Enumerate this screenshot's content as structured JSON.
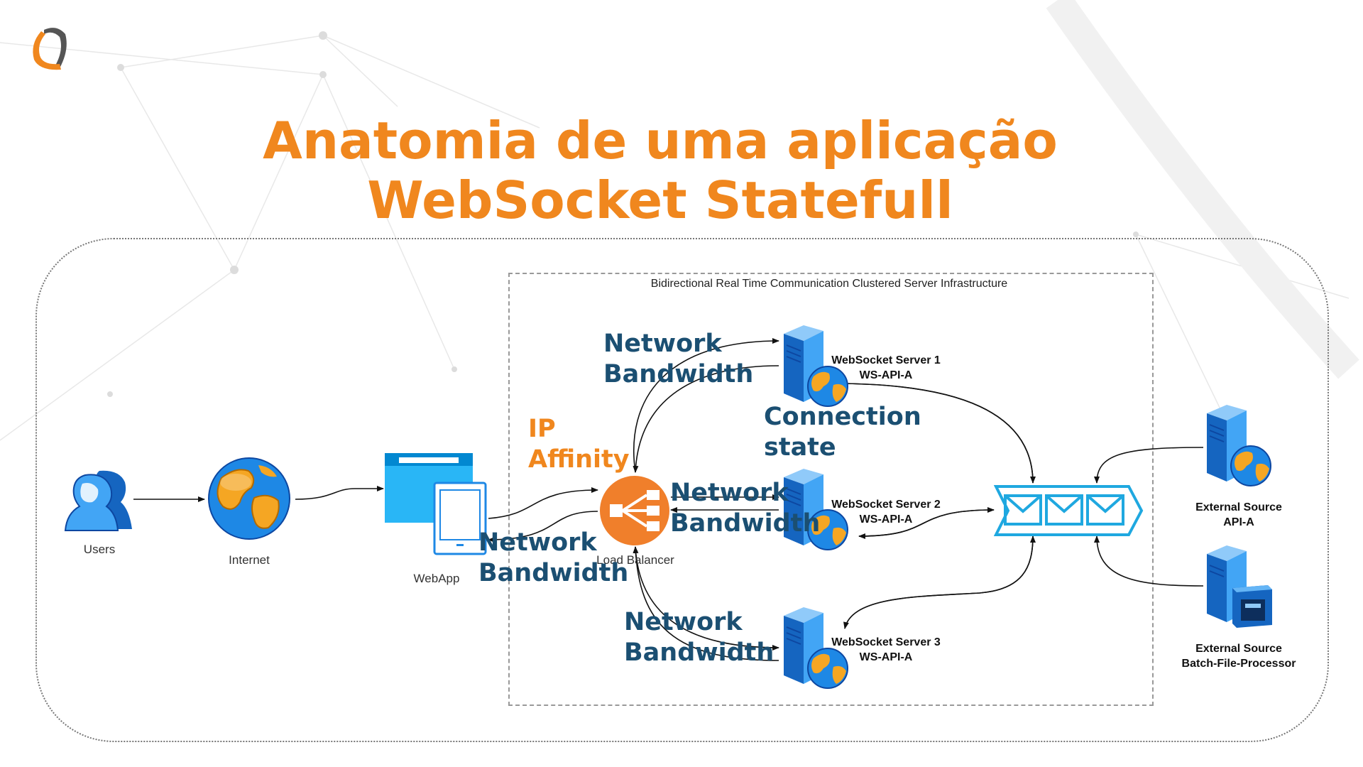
{
  "title": {
    "line1": "Anatomia de uma aplicação",
    "line2": "WebSocket Statefull"
  },
  "colors": {
    "accent_orange": "#F0871E",
    "dark_blue": "#1B4F72",
    "cyan": "#1FA8E0"
  },
  "diagram": {
    "infra_label": "Bidirectional Real Time Communication Clustered Server Infrastructure",
    "nodes": {
      "users": "Users",
      "internet": "Internet",
      "webapp": "WebApp",
      "load_balancer": "Load Balancer",
      "ws1": {
        "name": "WebSocket Server 1",
        "sub": "WS-API-A"
      },
      "ws2": {
        "name": "WebSocket Server 2",
        "sub": "WS-API-A"
      },
      "ws3": {
        "name": "WebSocket Server 3",
        "sub": "WS-API-A"
      },
      "ext_api": {
        "name": "External Source",
        "sub": "API-A"
      },
      "ext_batch": {
        "name": "External Source",
        "sub": "Batch-File-Processor"
      }
    },
    "annotations": {
      "nb1": {
        "l1": "Network",
        "l2": "Bandwidth"
      },
      "nb2": {
        "l1": "Network",
        "l2": "Bandwidth"
      },
      "nb3": {
        "l1": "Network",
        "l2": "Bandwidth"
      },
      "nb4": {
        "l1": "Network",
        "l2": "Bandwidth"
      },
      "ip_affinity": {
        "l1": "IP",
        "l2": "Affinity"
      },
      "conn_state": {
        "l1": "Connection",
        "l2": "state"
      }
    }
  }
}
